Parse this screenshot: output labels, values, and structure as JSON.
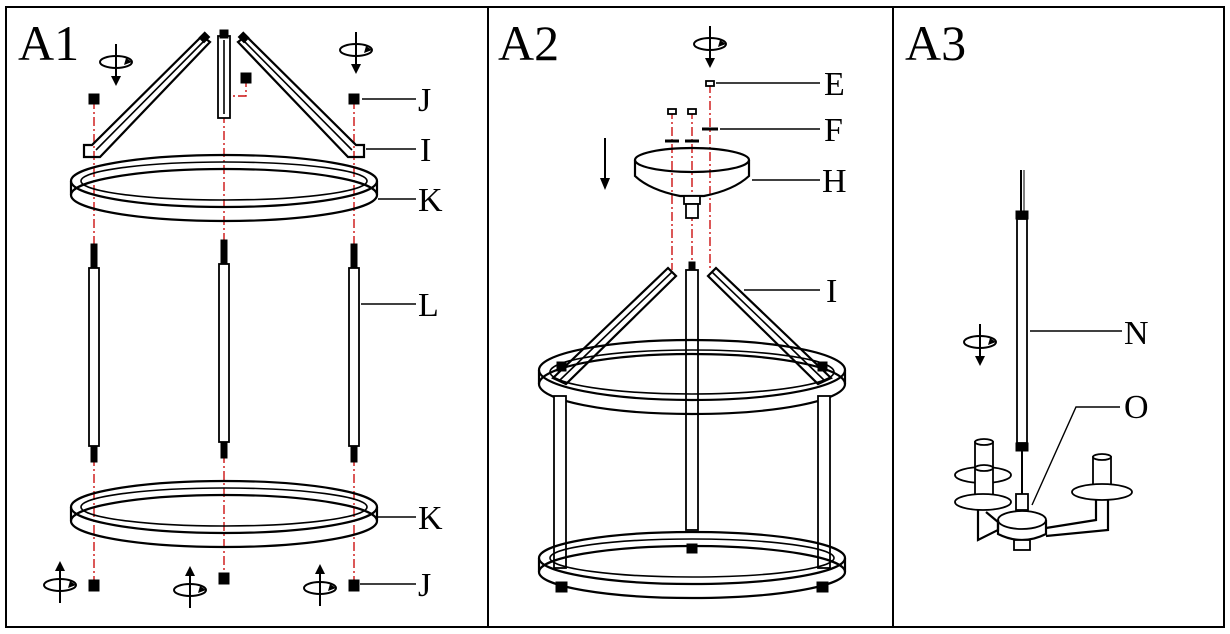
{
  "panels": [
    {
      "title": "A1",
      "labels": {
        "J_top": "J",
        "I": "I",
        "K_top": "K",
        "L": "L",
        "K_bottom": "K",
        "J_bottom": "J"
      }
    },
    {
      "title": "A2",
      "labels": {
        "E": "E",
        "F": "F",
        "H": "H",
        "I": "I"
      }
    },
    {
      "title": "A3",
      "labels": {
        "N": "N",
        "O": "O"
      }
    }
  ],
  "colors": {
    "line": "#000000",
    "axis": "#cc1111",
    "background": "#ffffff"
  },
  "icons": [
    "rotate-arrow-down-icon",
    "rotate-arrow-up-icon",
    "down-arrow-icon"
  ]
}
